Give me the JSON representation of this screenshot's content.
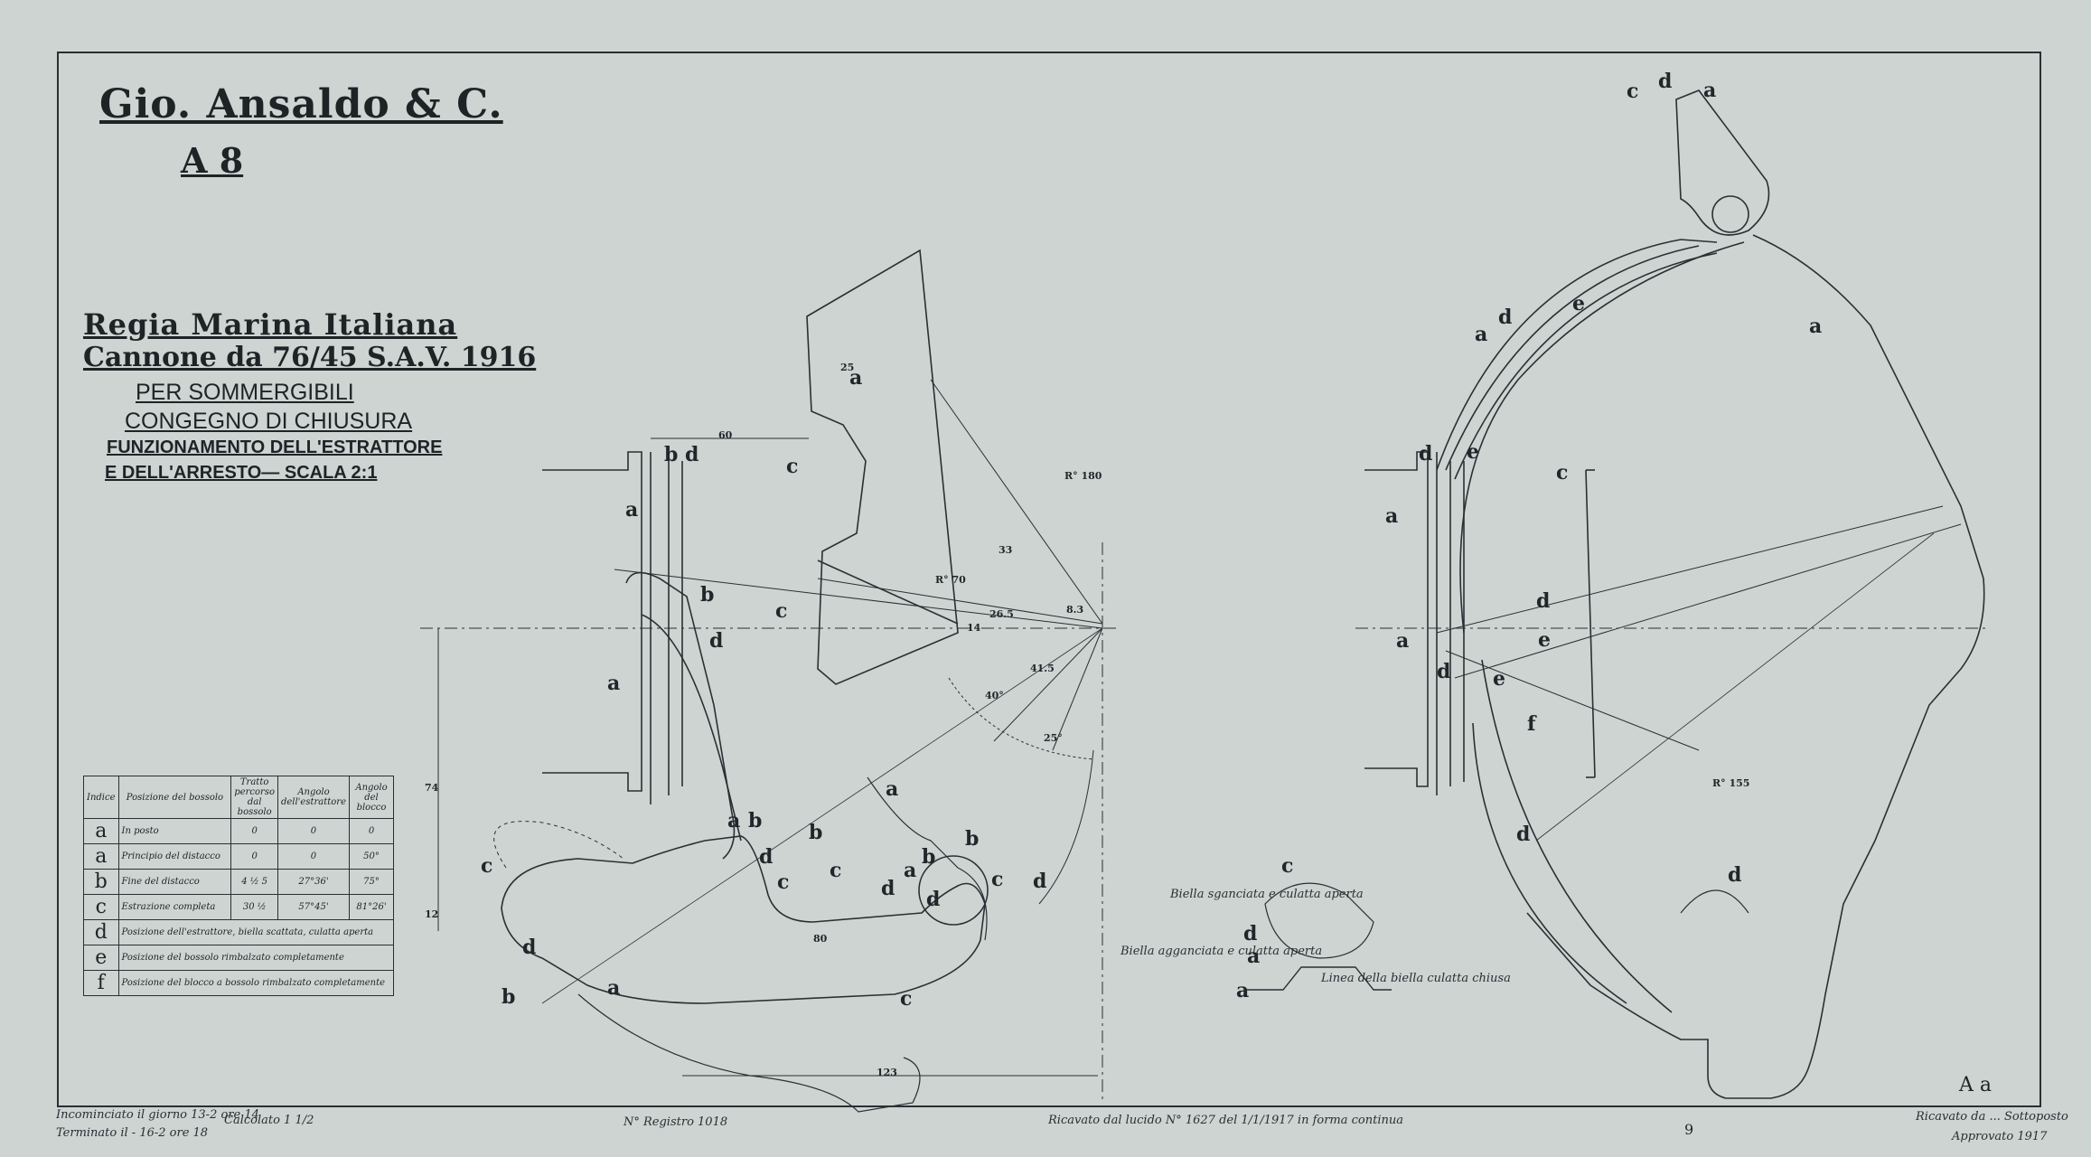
{
  "title_block": {
    "company": "Gio. Ansaldo & C.",
    "sheet_no": "A 8",
    "title_line1": "Regia Marina Italiana",
    "title_line2": "Cannone da 76/45 S.A.V. 1916",
    "title_line3": "PER SOMMERGIBILI",
    "title_line4": "CONGEGNO DI CHIUSURA",
    "title_line5": "FUNZIONAMENTO DELL'ESTRATTORE",
    "title_line6": "E DELL'ARRESTO— SCALA 2:1"
  },
  "legend_table": {
    "headers": [
      "Indice",
      "Posizione del bossolo",
      "Tratto percorso dal bossolo",
      "Angolo dell'estrattore",
      "Angolo del blocco"
    ],
    "rows": [
      {
        "index": "a",
        "text": "In posto",
        "c1": "0",
        "c2": "0",
        "c3": "0"
      },
      {
        "index": "a",
        "text": "Principio del distacco",
        "c1": "0",
        "c2": "0",
        "c3": "50°"
      },
      {
        "index": "b",
        "text": "Fine del distacco",
        "c1": "4 ½ 5",
        "c2": "27°36'",
        "c3": "75°"
      },
      {
        "index": "c",
        "text": "Estrazione completa",
        "c1": "30 ½",
        "c2": "57°45'",
        "c3": "81°26'"
      },
      {
        "index": "d",
        "text": "Posizione dell'estrattore, biella scattata, culatta aperta"
      },
      {
        "index": "e",
        "text": "Posizione del bossolo rimbalzato completamente"
      },
      {
        "index": "f",
        "text": "Posizione del blocco a bossolo rimbalzato completamente"
      }
    ]
  },
  "dimensions": [
    "60",
    "25",
    "33",
    "26.5",
    "41.5",
    "14",
    "8.3",
    "R° 70",
    "40°",
    "25°",
    "R° 180",
    "R° 155",
    "74",
    "12",
    "80",
    "123"
  ],
  "drawing_notes": [
    "Biella sganciata e culatta aperta",
    "Biella agganciata e culatta aperta",
    "Linea della biella culatta chiusa"
  ],
  "corner_mark": "A a",
  "page_number": "9",
  "footer_notes": [
    "Incominciato il giorno 13-2 ore 14",
    "Terminato il - 16-2 ore 18",
    "Calcolato 1 1/2",
    "N° Registro 1018",
    "Ricavato dal lucido N° 1627 del 1/1/1917 in forma continua",
    "Ricavato da ... Sottoposto",
    "Approvato 1917"
  ],
  "labels": [
    "a",
    "b",
    "c",
    "d",
    "e",
    "f"
  ]
}
